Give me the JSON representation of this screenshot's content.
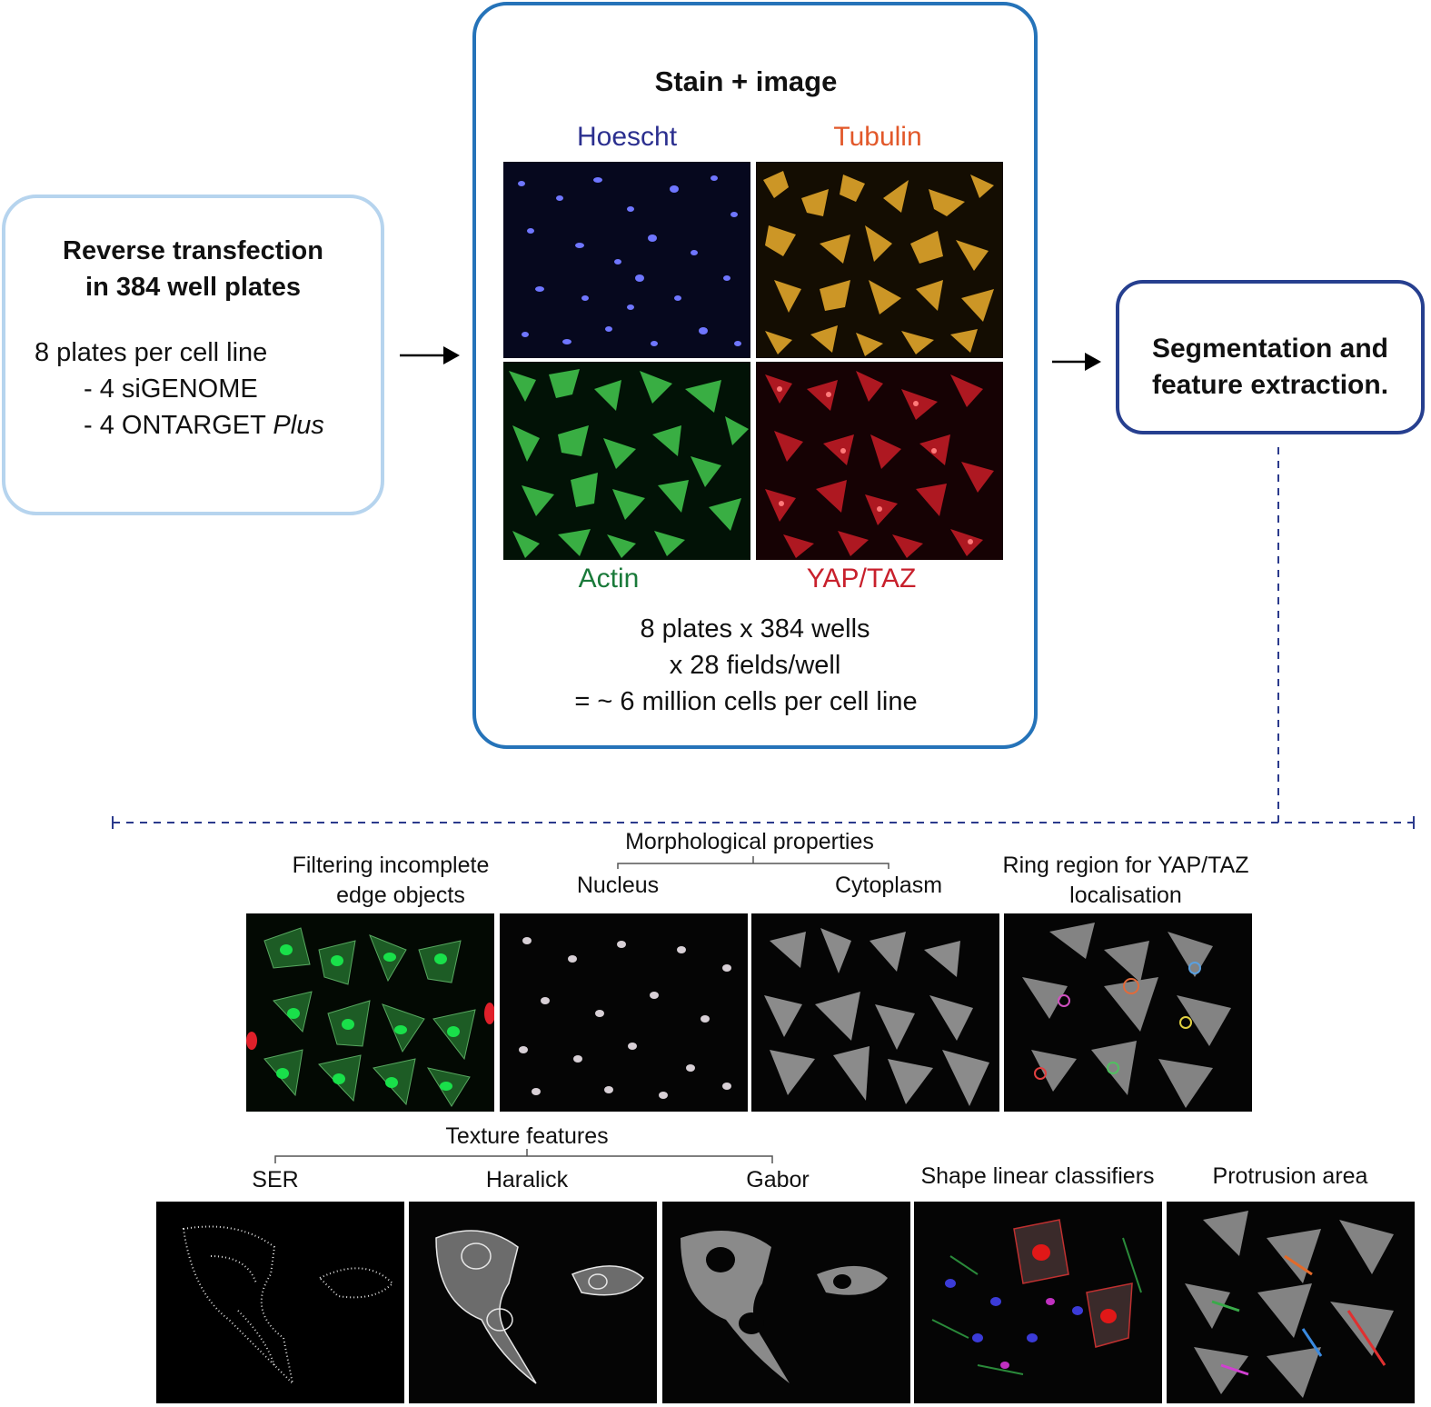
{
  "step1": {
    "title_line1": "Reverse transfection",
    "title_line2": "in 384 well plates",
    "line1": "8 plates per cell line",
    "line2": "- 4 siGENOME",
    "line3_prefix": "- 4 ONTARGET ",
    "line3_italic": "Plus"
  },
  "step2": {
    "title": "Stain + image",
    "stains": [
      {
        "label": "Hoescht",
        "color": "#2b2f8f"
      },
      {
        "label": "Tubulin",
        "color": "#e2582a"
      },
      {
        "label": "Actin",
        "color": "#1a7a3a"
      },
      {
        "label": "YAP/TAZ",
        "color": "#c8202c"
      }
    ],
    "summary_line1": "8 plates x 384 wells",
    "summary_line2": "x 28 fields/well",
    "summary_line3": "= ~ 6 million cells per cell line"
  },
  "step3": {
    "title_line1": "Segmentation and",
    "title_line2": "feature extraction."
  },
  "features": {
    "filtering_line1": "Filtering incomplete",
    "filtering_line2": "edge objects",
    "morphological": "Morphological properties",
    "nucleus": "Nucleus",
    "cytoplasm": "Cytoplasm",
    "ring_line1": "Ring region for YAP/TAZ",
    "ring_line2": "localisation",
    "texture": "Texture features",
    "ser": "SER",
    "haralick": "Haralick",
    "gabor": "Gabor",
    "shape": "Shape linear classifiers",
    "protrusion": "Protrusion area"
  },
  "colors": {
    "box1_border": "#b6d4ee",
    "box2_border": "#2573b9",
    "box3_border": "#263f8f",
    "dashed_connector": "#2b3a8c"
  }
}
